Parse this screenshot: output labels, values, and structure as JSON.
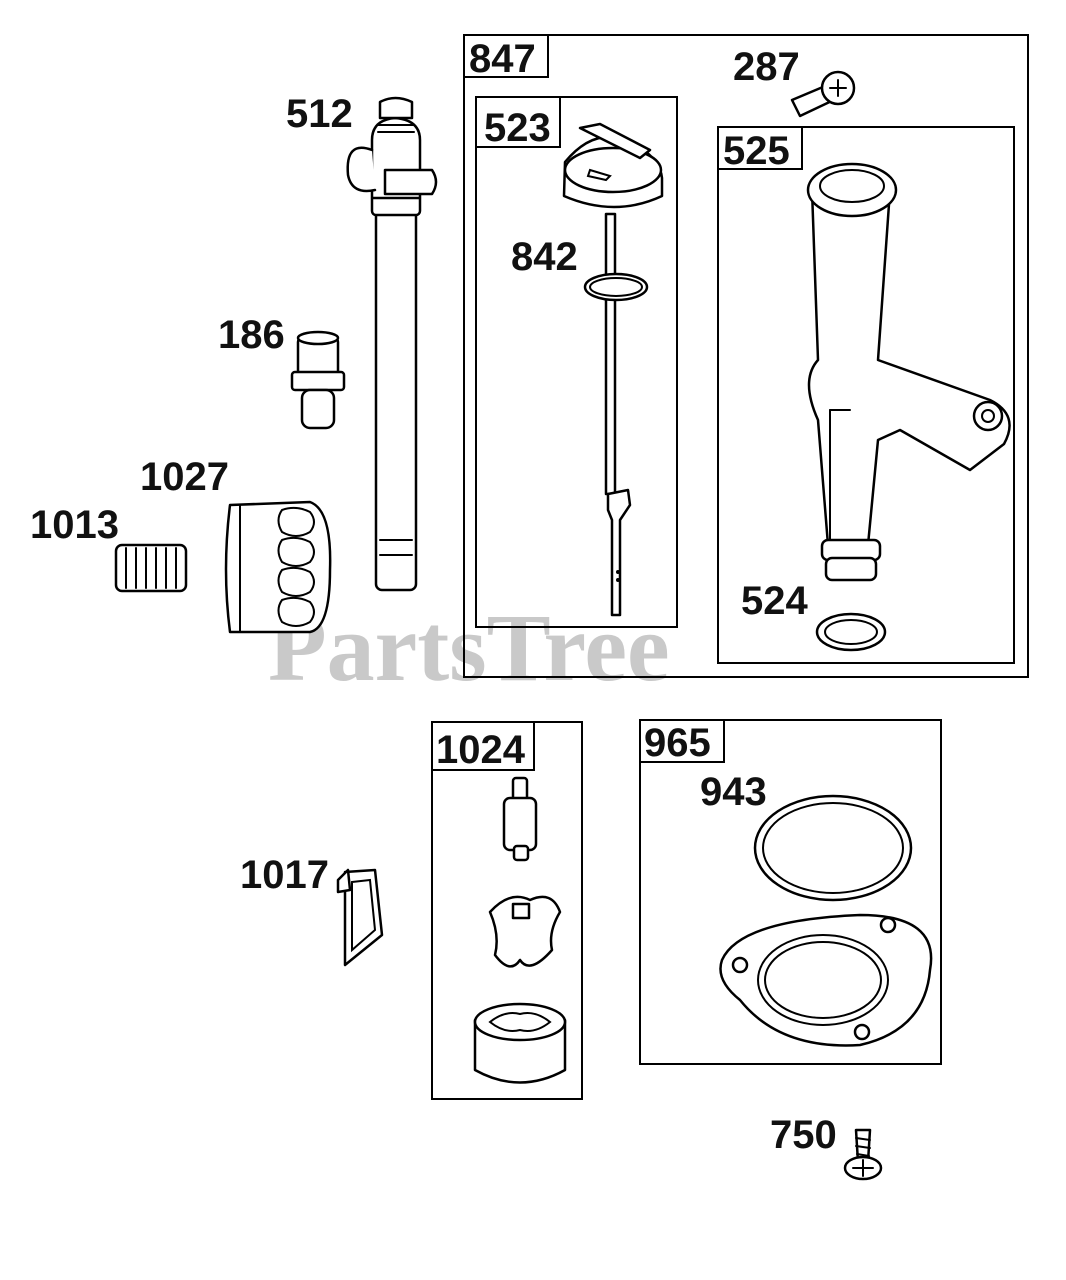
{
  "watermark": "PartsTree",
  "callouts": {
    "c512": "512",
    "c186": "186",
    "c1027": "1027",
    "c1013": "1013",
    "c1017": "1017",
    "c847": "847",
    "c287": "287",
    "c523": "523",
    "c842": "842",
    "c525": "525",
    "c524": "524",
    "c1024": "1024",
    "c965": "965",
    "c943": "943",
    "c750": "750"
  }
}
